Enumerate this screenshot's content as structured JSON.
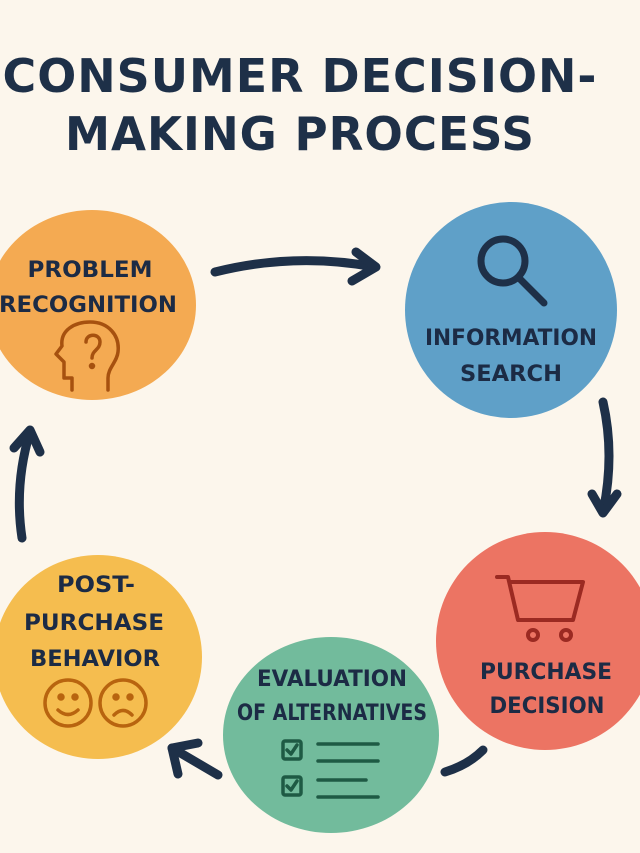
{
  "title": {
    "line1": "CONSUMER DECISION-",
    "line2": "MAKING PROCESS"
  },
  "stages": [
    {
      "line1": "PROBLEM",
      "line2": "RECOGNITION",
      "icon": "head-question-icon",
      "color": "#f4aa52"
    },
    {
      "line1": "INFORMATION",
      "line2": "SEARCH",
      "icon": "magnifier-icon",
      "color": "#5fa0c8"
    },
    {
      "line1": "PURCHASE",
      "line2": "DECISION",
      "icon": "shopping-cart-icon",
      "color": "#ec7463"
    },
    {
      "line1": "EVALUATION",
      "line2": "OF ALTERNATIVES",
      "icon": "checklist-icon",
      "color": "#72bb9c"
    },
    {
      "line1": "POST-",
      "line2": "PURCHASE",
      "line3": "BEHAVIOR",
      "icon": "happy-sad-faces-icon",
      "color": "#f5bd4f"
    }
  ],
  "colors": {
    "background": "#fcf6ec",
    "ink": "#1e3048"
  }
}
